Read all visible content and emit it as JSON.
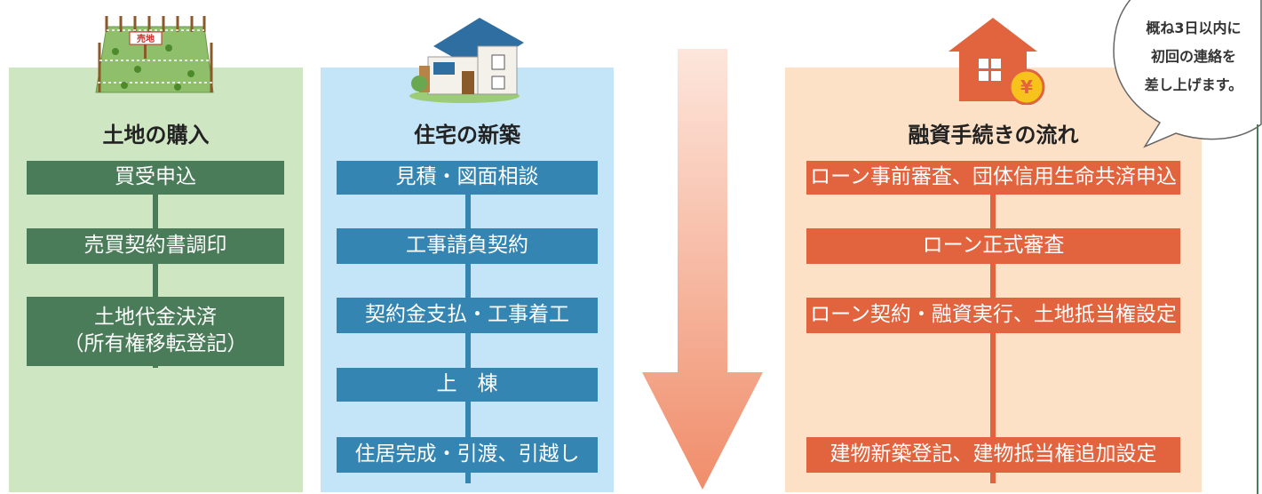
{
  "land": {
    "title": "土地の購入",
    "sign": "売地",
    "steps": [
      "買受申込",
      "売買契約書調印",
      "土地代金決済",
      "（所有権移転登記）"
    ]
  },
  "house": {
    "title": "住宅の新築",
    "steps": [
      "見積・図面相談",
      "工事請負契約",
      "契約金支払・工事着工",
      "上　棟",
      "住居完成・引渡、引越し"
    ]
  },
  "loan": {
    "title": "融資手続きの流れ",
    "yen": "¥",
    "steps": [
      "ローン事前審査、団体信用生命共済申込",
      "ローン正式審査",
      "ローン契約・融資実行、土地抵当権設定",
      "建物新築登記、建物抵当権追加設定"
    ]
  },
  "bubble": {
    "lines": [
      "概ね3日以内に",
      "初回の連絡を",
      "差し上げます。"
    ]
  },
  "colors": {
    "land_bg": "#cfe6c3",
    "land_step": "#4a7c59",
    "house_bg": "#c4e5f7",
    "house_step": "#3585b2",
    "loan_bg": "#fde1c7",
    "loan_step": "#e2643f",
    "arrow_top": "#fde6dc",
    "arrow_bottom": "#f08d6a"
  }
}
